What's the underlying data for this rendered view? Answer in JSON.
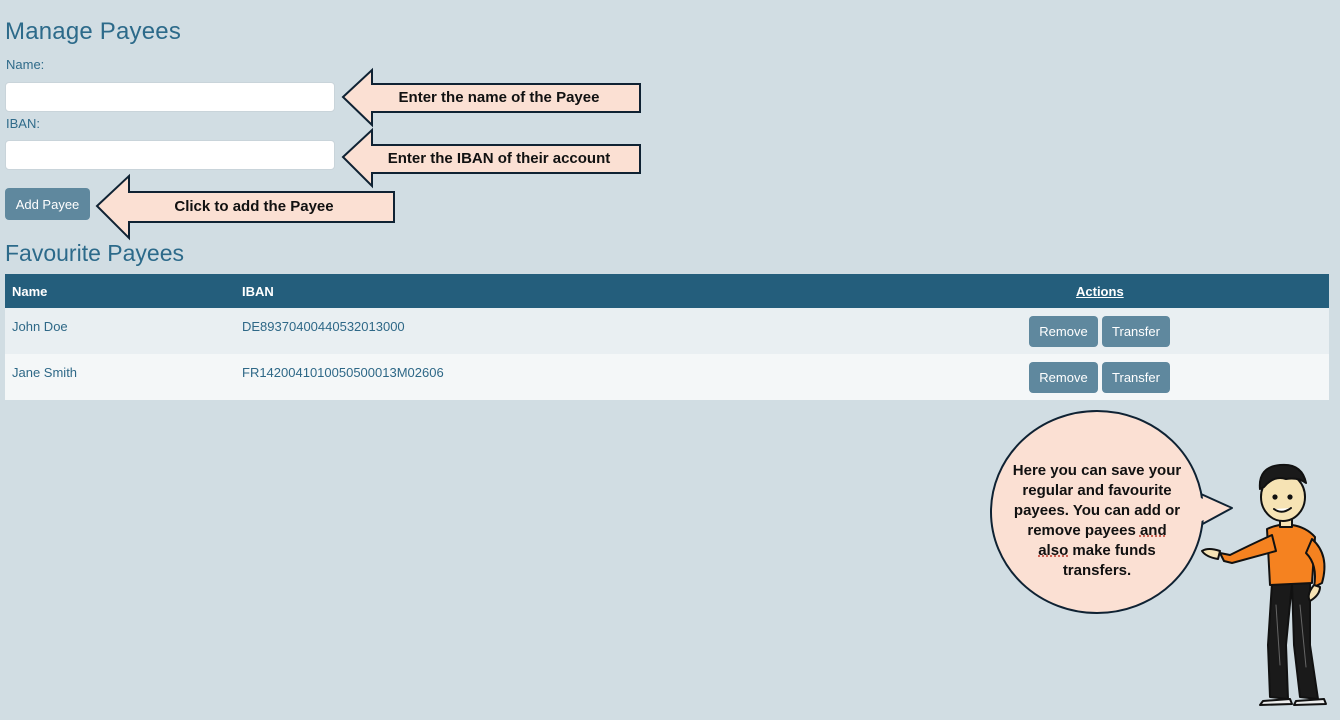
{
  "manage": {
    "title": "Manage Payees",
    "name_label": "Name:",
    "iban_label": "IBAN:",
    "name_value": "",
    "iban_value": "",
    "add_button": "Add Payee"
  },
  "callouts": {
    "name": "Enter the name of the Payee",
    "iban": "Enter the IBAN of their account",
    "add": "Click to add the Payee"
  },
  "favourites": {
    "title": "Favourite Payees",
    "columns": [
      "Name",
      "IBAN",
      "Actions"
    ],
    "rows": [
      {
        "name": "John Doe",
        "iban": "DE89370400440532013000",
        "remove": "Remove",
        "transfer": "Transfer"
      },
      {
        "name": "Jane Smith",
        "iban": "FR1420041010050500013M02606",
        "remove": "Remove",
        "transfer": "Transfer"
      }
    ]
  },
  "bubble": {
    "line1": "Here you can save your",
    "line2": "regular and favourite",
    "line3": "payees. You can add or",
    "line4a": "remove payees ",
    "line4b": "and",
    "line5a": "also",
    "line5b": " make funds",
    "line6": "transfers."
  },
  "colors": {
    "background": "#d1dde3",
    "header": "#245e7c",
    "button": "#5f889e",
    "callout_fill": "#fbe0d3",
    "shirt": "#f58220"
  }
}
